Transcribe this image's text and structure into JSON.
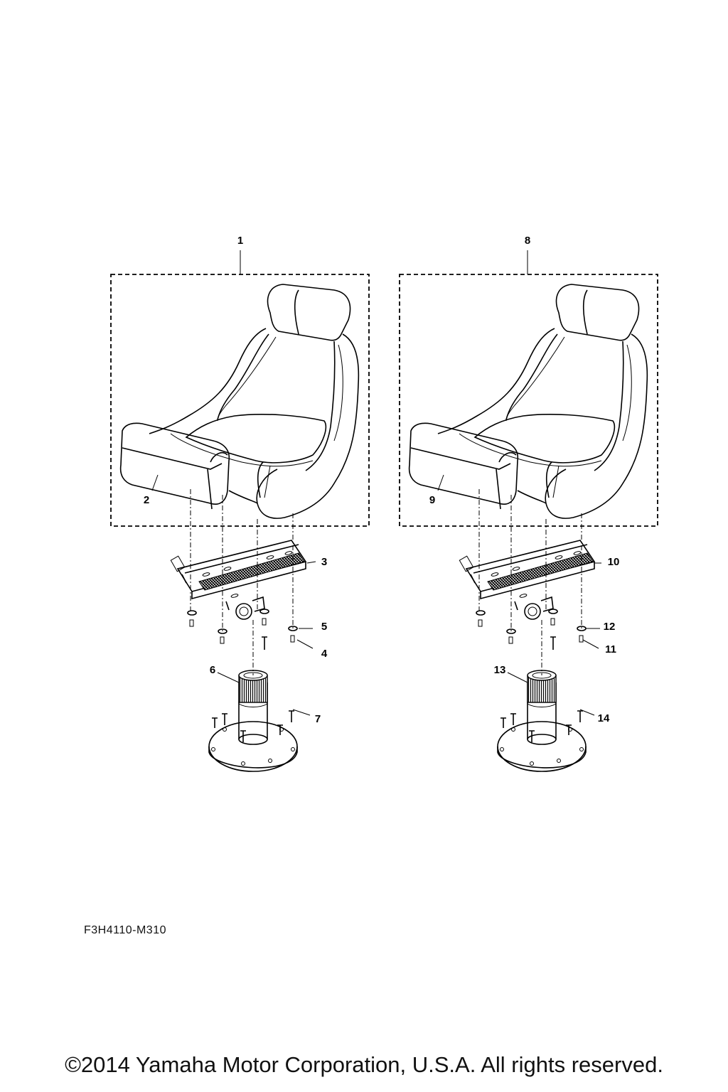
{
  "diagram": {
    "callouts": [
      "1",
      "2",
      "3",
      "4",
      "5",
      "6",
      "7",
      "8",
      "9",
      "10",
      "11",
      "12",
      "13",
      "14"
    ],
    "drawing_code": "F3H4110-M310"
  },
  "footer": {
    "copyright": "©2014 Yamaha Motor Corporation, U.S.A. All rights reserved."
  }
}
